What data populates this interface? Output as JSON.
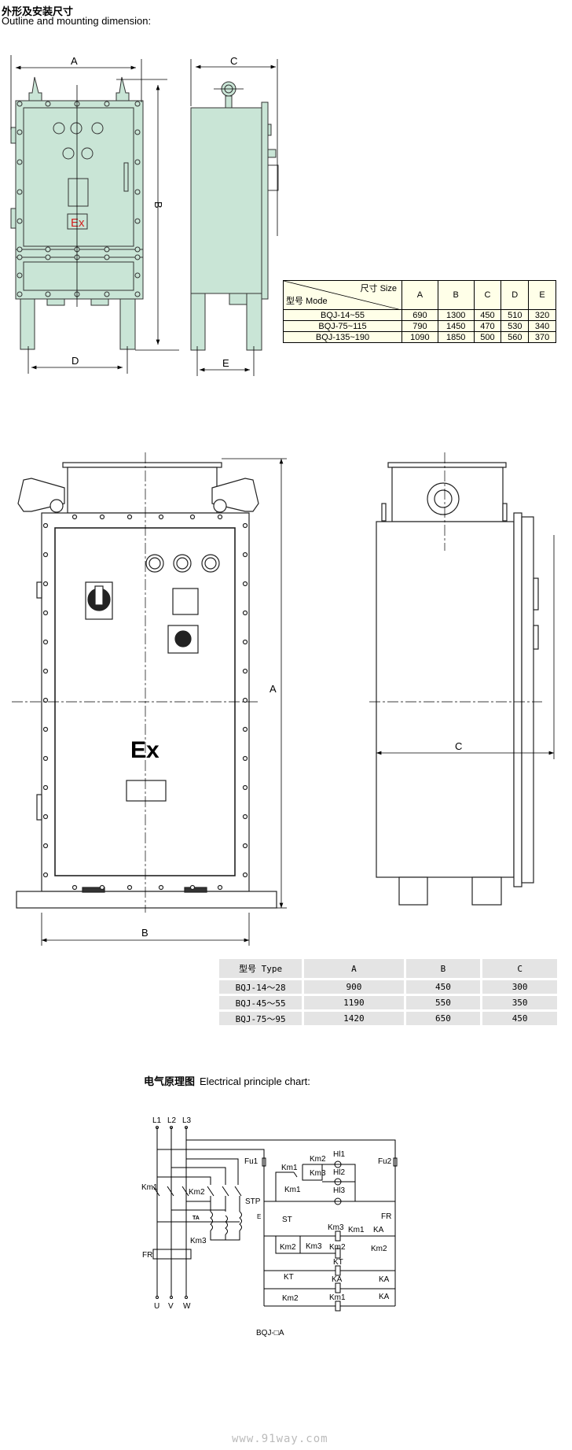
{
  "header": {
    "title_cn": "外形及安装尺寸",
    "title_en": "Outline and mounting dimension:"
  },
  "drawing1": {
    "dim_labels": {
      "a": "A",
      "b": "B",
      "c": "C",
      "d": "D",
      "e": "E"
    },
    "ex_mark": "Ex",
    "colors": {
      "body": "#c9e5d6",
      "ex": "#d42020"
    }
  },
  "size_table": {
    "corner_top": "尺寸  Size",
    "corner_bottom": "型号  Mode",
    "columns": [
      "A",
      "B",
      "C",
      "D",
      "E"
    ],
    "rows": [
      {
        "model": "BQJ-14~55",
        "values": [
          "690",
          "1300",
          "450",
          "510",
          "320"
        ]
      },
      {
        "model": "BQJ-75~115",
        "values": [
          "790",
          "1450",
          "470",
          "530",
          "340"
        ]
      },
      {
        "model": "BQJ-135~190",
        "values": [
          "1090",
          "1850",
          "500",
          "560",
          "370"
        ]
      }
    ]
  },
  "drawing2": {
    "dim_labels": {
      "a": "A",
      "b": "B",
      "c": "C"
    },
    "ex_mark": "Ex"
  },
  "type_table": {
    "columns": [
      "型号 Type",
      "A",
      "B",
      "C"
    ],
    "rows": [
      [
        "BQJ-14～28",
        "900",
        "450",
        "300"
      ],
      [
        "BQJ-45～55",
        "1190",
        "550",
        "350"
      ],
      [
        "BQJ-75～95",
        "1420",
        "650",
        "450"
      ]
    ]
  },
  "electrical": {
    "title_cn": "电气原理图",
    "title_en": "Electrical principle chart:",
    "labels": [
      "L1",
      "L2",
      "L3",
      "Km1",
      "Km2",
      "TA",
      "Km3",
      "FR",
      "U",
      "V",
      "W",
      "Fu1",
      "Km2",
      "Hl1",
      "Km1",
      "Km3",
      "Hl2",
      "Km1",
      "Hl3",
      "STP",
      "Fu2",
      "E",
      "ST",
      "FR",
      "Km3",
      "Km1",
      "KA",
      "Km2",
      "Km2",
      "Km3",
      "Km2",
      "KT",
      "KT",
      "KA",
      "KA",
      "Km2",
      "Km1",
      "KA"
    ],
    "caption": "BQJ-□A"
  },
  "footer": {
    "watermark": "www.91way.com"
  }
}
